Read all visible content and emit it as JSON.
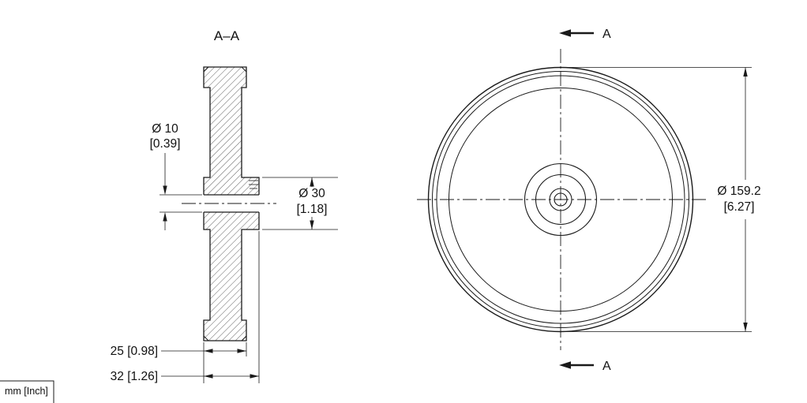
{
  "drawing": {
    "units_label": "mm [Inch]",
    "section_view": {
      "title": "A–A",
      "dim_bore_mm": "Ø 10",
      "dim_bore_inch": "[0.39]",
      "dim_hub_mm": "Ø 30",
      "dim_hub_inch": "[1.18]",
      "dim_rim_width": "25 [0.98]",
      "dim_overall_width": "32 [1.26]"
    },
    "front_view": {
      "cutting_plane_label_top": "A",
      "cutting_plane_label_bottom": "A",
      "dim_outer_mm": "Ø 159.2",
      "dim_outer_inch": "[6.27]"
    },
    "colors": {
      "line": "#1a1a1a",
      "background": "#ffffff"
    }
  }
}
